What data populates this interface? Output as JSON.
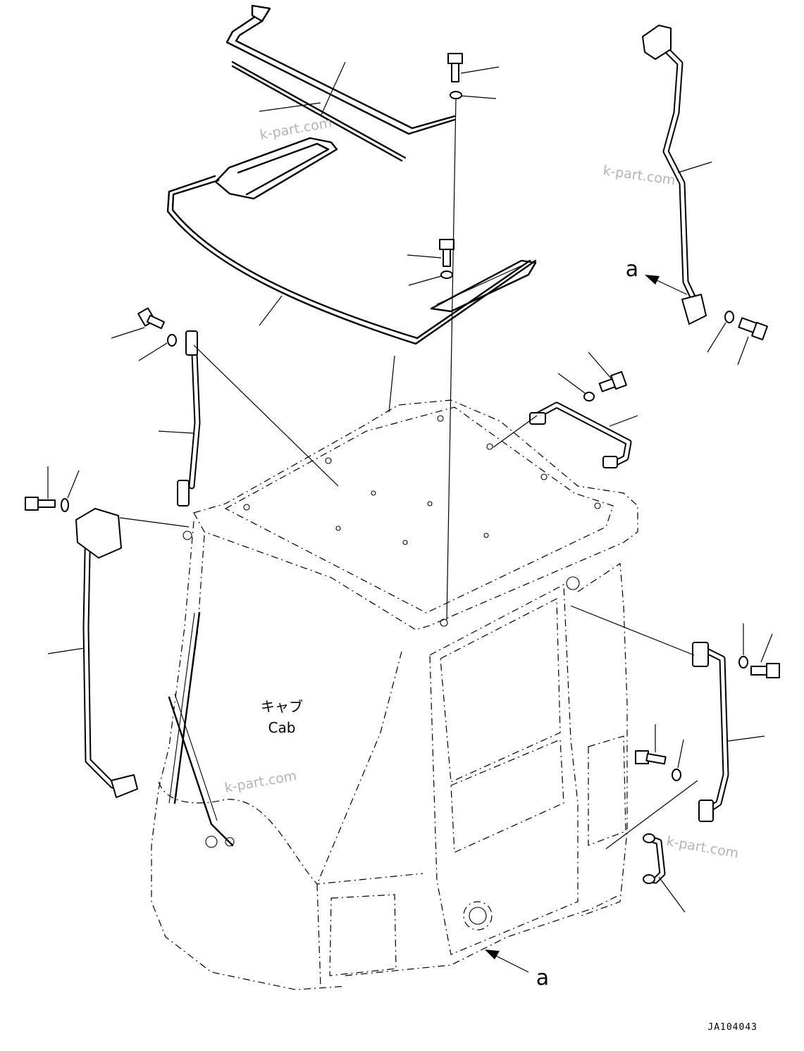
{
  "labels": {
    "cab_japanese": "キャブ",
    "cab_english": "Cab",
    "view_mark_a": "a",
    "drawing_number": "JA104043"
  },
  "watermark": {
    "text": "k-part.com",
    "color": "#b4b4b4"
  },
  "colors": {
    "line": "#000000",
    "background": "#ffffff"
  }
}
